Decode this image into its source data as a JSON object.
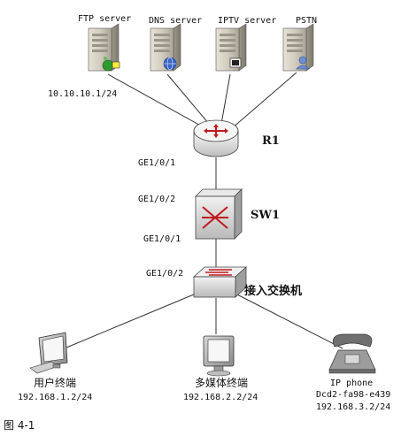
{
  "servers": [
    {
      "label": "FTP server"
    },
    {
      "label": "DNS server"
    },
    {
      "label": "IPTV server"
    },
    {
      "label": "PSTN"
    }
  ],
  "server_subnet": "10.10.10.1/24",
  "router": {
    "label": "R1",
    "port_down": "GE1/0/1"
  },
  "core_switch": {
    "label": "SW1",
    "port_up": "GE1/0/2",
    "port_down": "GE1/0/1"
  },
  "access_switch": {
    "label": "接入交换机",
    "port_up": "GE1/0/2"
  },
  "endpoints": [
    {
      "name": "用户终端",
      "ip": "192.168.1.2/24"
    },
    {
      "name": "多媒体终端",
      "ip": "192.168.2.2/24"
    },
    {
      "name": "IP phone",
      "mac": "Dcd2-fa98-e439",
      "ip": "192.168.3.2/24"
    }
  ],
  "figure_caption": "图 4-1"
}
